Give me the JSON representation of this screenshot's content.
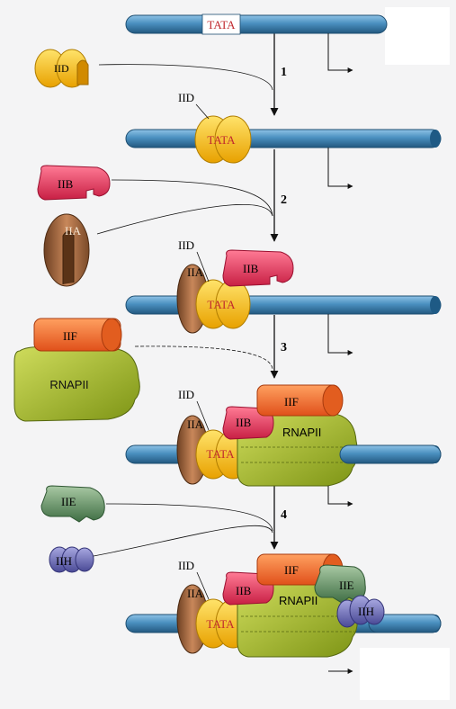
{
  "labels": {
    "tata": "TATA",
    "iid": "IID",
    "iib": "IIB",
    "iia": "IIA",
    "iif": "IIF",
    "rnapii": "RNAPII",
    "iie": "IIE",
    "iih": "IIH"
  },
  "steps": [
    "1",
    "2",
    "3",
    "4"
  ],
  "colors": {
    "dna": "#4a90c0",
    "iid": "#f7c21b",
    "iib": "#e8355a",
    "iia": "#a0643a",
    "iif": "#f26d2a",
    "rnapii": "#a5b82a",
    "iie": "#5f8f5f",
    "iih": "#6f6fb0"
  }
}
